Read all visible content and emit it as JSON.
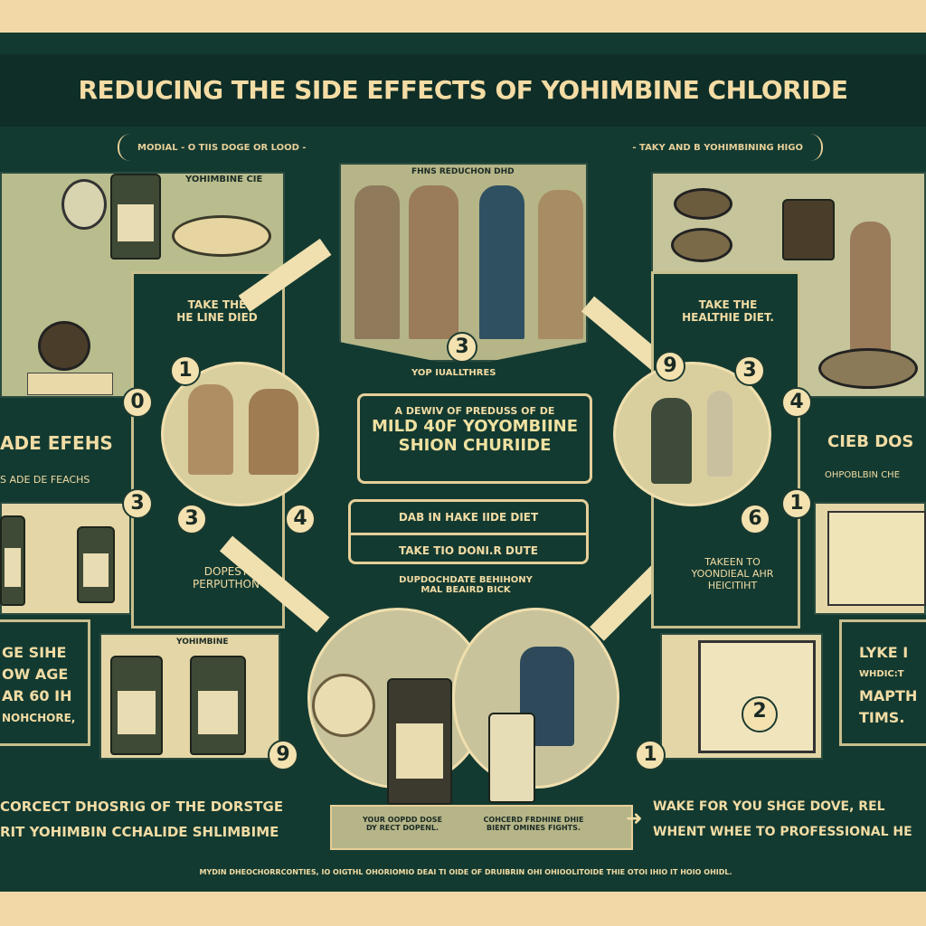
{
  "title": "REDUCING THE SIDE EFFECTS OF YOHIMBINE CHLORIDE",
  "subtitle": {
    "left": "MODIAL - O TIIS DOGE OR LOOD -",
    "right": "- TAKY AND B YOHIMBINING HIGO"
  },
  "panels": {
    "top_left_label": "YOHIMBINE CIE",
    "top_center_label": "FHNS REDUCHON DHD",
    "center_caption": "YOP IUALLTHRES",
    "left_step": [
      "TAKE THE",
      "HE LINE DIED"
    ],
    "right_step": [
      "TAKE THE",
      "HEALTHIE DIET."
    ],
    "left_side_title": "ADE EFEHS",
    "left_side_sub": "S ADE DE FEACHS",
    "right_side_title": "CIEB DOS",
    "right_side_sub": "OHPOBLBIN CHE",
    "left_mid": [
      "DOPEST",
      "PERPUTHON"
    ],
    "right_mid": [
      "TAKEEN TO",
      "YOONDIEAL AHR",
      "HEICITIHT"
    ],
    "left_lower": [
      "GE SIHE",
      "OW AGE",
      "AR 60 IH",
      "NOHCHORE,"
    ],
    "right_lower": [
      "LYKE I",
      "WHDIC:T",
      "MAPTH",
      "TIMS."
    ],
    "left_lower_label": "YOHIMBINE"
  },
  "center": {
    "box_line1": "A DEWIV OF PREDUSS OF DE",
    "box_line2": "MILD 40F YOYOMBIINE",
    "box_line3": "SHION CHURIIDE",
    "bar1": "DAB IN HAKE IIDE DIET",
    "bar2": "TAKE TIO DONI.R DUTE",
    "caption1": "DUPDOCHDATE BEHIHONY",
    "caption2": "MAL BEAIRD BICK",
    "platform_left": [
      "YOUR OOPDD DOSE",
      "DY RECT DOPENL."
    ],
    "platform_right": [
      "COHCERD FRDHINE DHIE",
      "BIENT OMINES FIGHTS."
    ]
  },
  "numbers": [
    "1",
    "0",
    "3",
    "3",
    "4",
    "3",
    "9",
    "3",
    "4",
    "6",
    "1",
    "9",
    "1",
    "2"
  ],
  "bottom": {
    "left": [
      "CORCECT DHOSRIG OF THE DORSTGE",
      "RIT YOHIMBIN CCHALIDE SHLIMBIME"
    ],
    "right": [
      "WAKE FOR YOU SHGE DOVE, REL",
      "WHENT WHEE TO PROFESSIONAL HE"
    ],
    "footer": "MYDIN DHEOCHORRCONTIES, IO OIGTHL OHORIOMIO DEAI TI OIDE OF DRUIBRIN OHI OHIOOLITOIDE THIE OTOI IHIO IT HOIO OHIDL."
  },
  "colors": {
    "background": "#133a31",
    "cream": "#f2dca4",
    "paper": "#f2d8a6",
    "olive": "#b9bd8e"
  }
}
